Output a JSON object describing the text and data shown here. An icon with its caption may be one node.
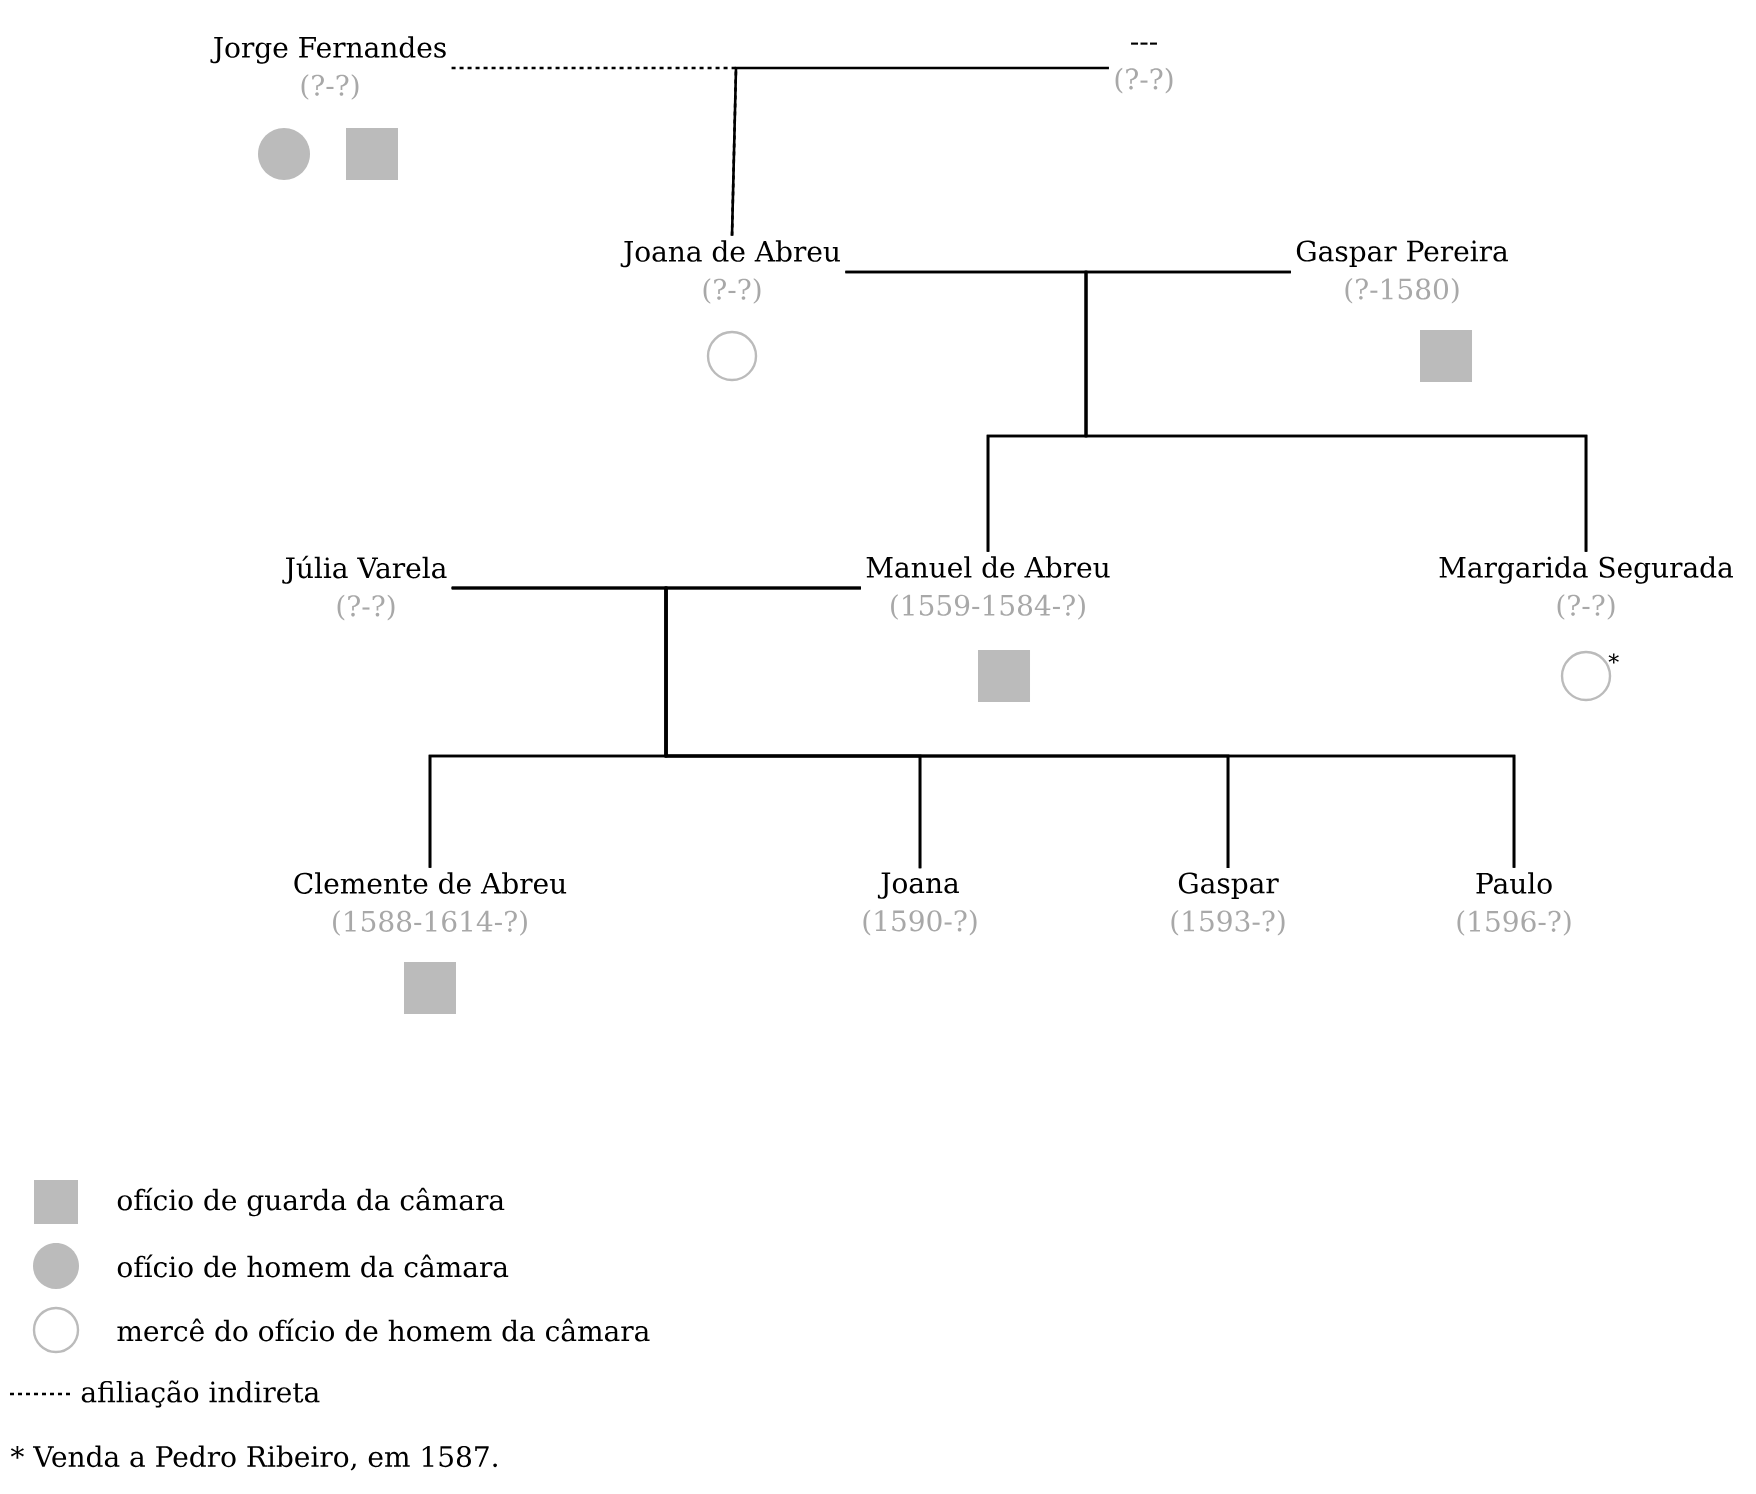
{
  "diagram": {
    "nodes": [
      {
        "text": [
          "Jorge Fernandes",
          "(?-?)"
        ]
      },
      {
        "text": [
          "---",
          "(?-?)"
        ]
      },
      {
        "text": [
          "Joana de Abreu",
          "(?-?)"
        ]
      },
      {
        "text": [
          "Gaspar Pereira",
          "(?-1580)"
        ]
      },
      {
        "text": [
          "Júlia Varela",
          "(?-?)"
        ]
      },
      {
        "text": [
          "Manuel de Abreu",
          "(1559-1584-?)"
        ]
      },
      {
        "text": [
          "Margarida Segurada",
          "(?-?)"
        ]
      },
      {
        "text": [
          "Clemente de Abreu",
          "(1588-1614-?)"
        ]
      },
      {
        "text": [
          "Joana",
          "(1590-?)"
        ]
      },
      {
        "text": [
          "Gaspar",
          "(1593-?)"
        ]
      },
      {
        "text": [
          "Paulo",
          "(1596-?)"
        ]
      },
      {
        "text": [],
        "shape": "disc"
      },
      {
        "text": [],
        "shape": "box"
      },
      {
        "text": [],
        "shape": "circle"
      },
      {
        "text": [],
        "shape": "box"
      },
      {
        "text": [],
        "shape": "box"
      },
      {
        "text": [],
        "shape": "circle",
        "beside": [
          "*"
        ]
      },
      {
        "text": [],
        "shape": "box"
      }
    ],
    "edges": [
      {
        "from": 0,
        "to": 2,
        "arrow": "none",
        "style": "dashed"
      },
      {
        "from": 1,
        "to": 2,
        "arrow": "none"
      },
      {
        "from": 2,
        "to": 5,
        "arrow": "none"
      },
      {
        "from": 3,
        "to": 5,
        "arrow": "none"
      },
      {
        "from": 2,
        "to": 6,
        "arrow": "none"
      },
      {
        "from": 3,
        "to": 6,
        "arrow": "none"
      },
      {
        "from": 4,
        "to": 7,
        "arrow": "none"
      },
      {
        "from": 5,
        "to": 7,
        "arrow": "none"
      },
      {
        "from": 4,
        "to": 8,
        "arrow": "none"
      },
      {
        "from": 5,
        "to": 8,
        "arrow": "none"
      },
      {
        "from": 4,
        "to": 9,
        "arrow": "none"
      },
      {
        "from": 5,
        "to": 9,
        "arrow": "none"
      },
      {
        "from": 4,
        "to": 10,
        "arrow": "none"
      },
      {
        "from": 5,
        "to": 10,
        "arrow": "none"
      }
    ],
    "labels": [
      "* Venda a Pedro Ribeiro, em 1587."
    ],
    "legend": [
      {
        "text": "ofício de guarda da câmara",
        "color": "#bbbbbb"
      },
      {
        "text": "ofício de homem da câmara",
        "color": "#bbbbbb"
      },
      {
        "text": "mercê do ofício de homem da câmara"
      },
      {
        "text": "afiliação indireta"
      }
    ]
  }
}
